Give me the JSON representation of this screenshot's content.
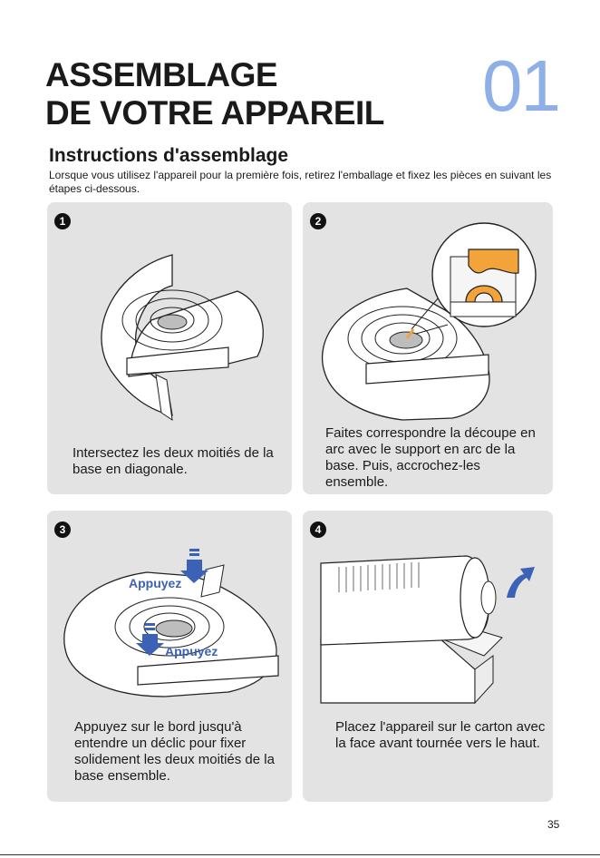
{
  "header": {
    "title_line1": "ASSEMBLAGE",
    "title_line2": "DE VOTRE APPAREIL",
    "chapter_number": "01",
    "chapter_color": "#8fb0e6"
  },
  "section": {
    "title": "Instructions d'assemblage",
    "intro": "Lorsque vous utilisez l'appareil pour la première fois, retirez l'emballage et fixez les pièces en suivant les étapes ci-dessous."
  },
  "steps": [
    {
      "number": "1",
      "text": "Intersectez les deux moitiés de la base en diagonale."
    },
    {
      "number": "2",
      "text": "Faites correspondre la découpe en arc avec le support en arc de la base. Puis, accrochez-les ensemble."
    },
    {
      "number": "3",
      "text": "Appuyez sur le bord jusqu'à entendre un déclic pour fixer solidement les deux moitiés de la base ensemble.",
      "press_label_1": "Appuyez",
      "press_label_2": "Appuyez"
    },
    {
      "number": "4",
      "text": "Placez l'appareil sur le carton avec la face avant tournée vers le haut."
    }
  ],
  "colors": {
    "accent_blue": "#3c62b8",
    "highlight_orange": "#f2a43a",
    "panel_bg": "#e3e3e3"
  },
  "page_number": "35"
}
